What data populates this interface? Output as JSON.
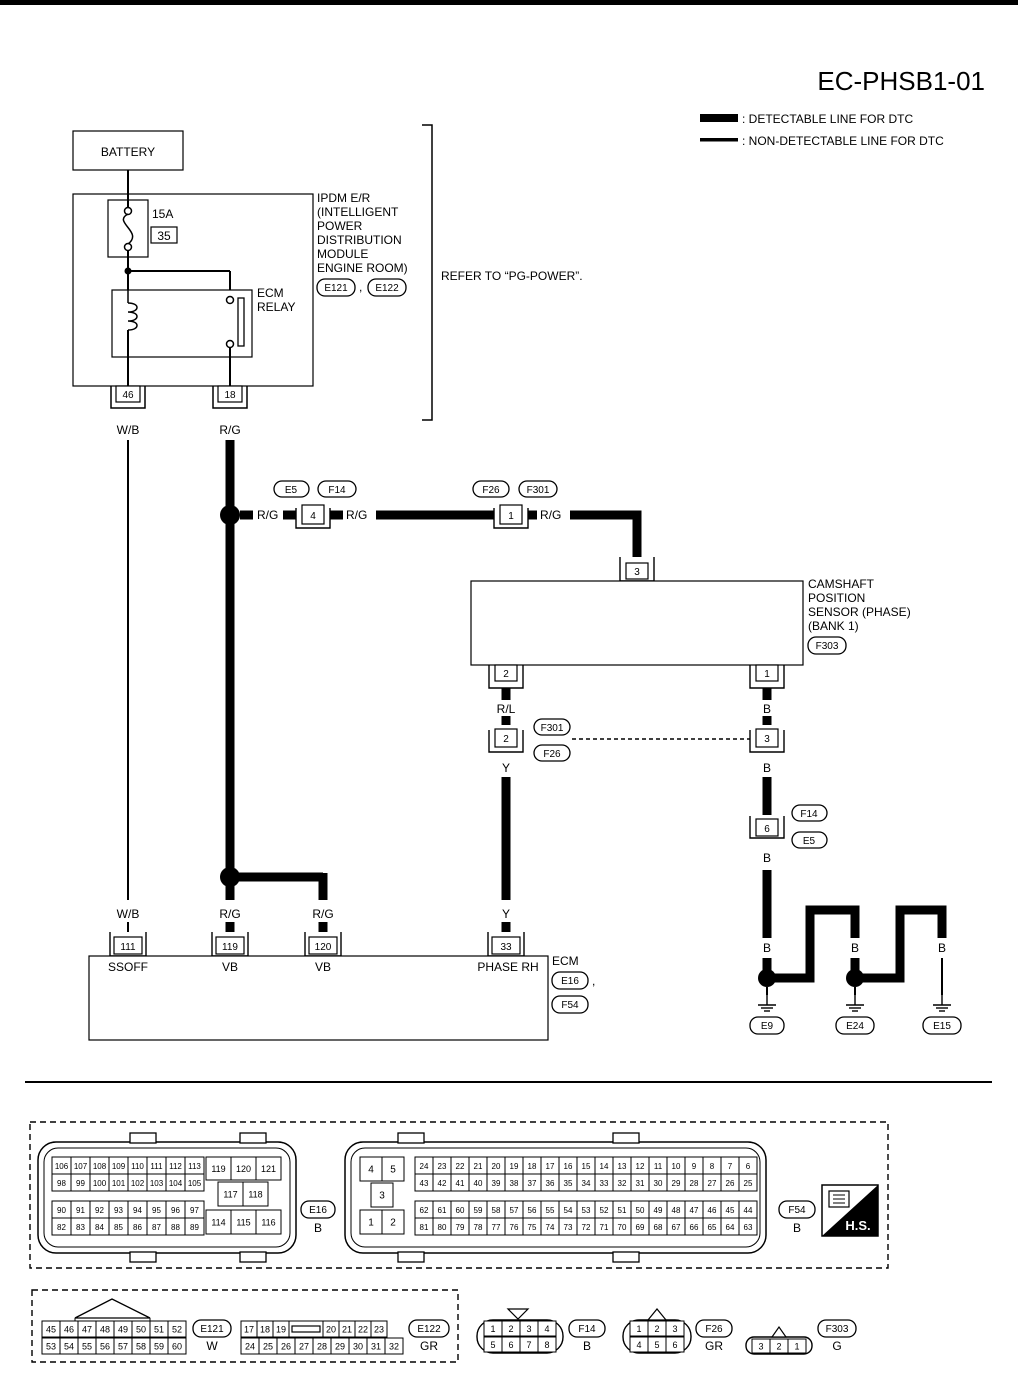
{
  "title": "EC-PHSB1-01",
  "legend": {
    "detectable": ": DETECTABLE LINE FOR DTC",
    "non_detectable": ": NON-DETECTABLE LINE FOR DTC"
  },
  "battery": "BATTERY",
  "ipdm": {
    "fuse_rating": "15A",
    "fuse_no": "35",
    "lines": [
      "IPDM E/R",
      "(INTELLIGENT",
      "POWER",
      "DISTRIBUTION",
      "MODULE",
      "ENGINE ROOM)"
    ],
    "connectors": [
      "E121",
      "E122"
    ],
    "relay": [
      "ECM",
      "RELAY"
    ],
    "refer": "REFER TO “PG-POWER”.",
    "pin_a": "46",
    "pin_b": "18"
  },
  "wires": {
    "wb": "W/B",
    "rg": "R/G",
    "rl": "R/L",
    "y": "Y",
    "b": "B"
  },
  "joint1": {
    "left": "E5",
    "right": "F14",
    "pin": "4"
  },
  "joint2": {
    "left": "F26",
    "right": "F301",
    "pin": "1"
  },
  "sensor": {
    "lines": [
      "CAMSHAFT",
      "POSITION",
      "SENSOR (PHASE)",
      "(BANK 1)"
    ],
    "connector": "F303",
    "pin_top": "3",
    "pin_left": "2",
    "pin_right": "1"
  },
  "joint3": {
    "top": "F301",
    "bottom": "F26",
    "pin_left": "2",
    "pin_right": "3"
  },
  "joint4": {
    "top": "F14",
    "bottom": "E5",
    "pin": "6"
  },
  "ecm": {
    "name": "ECM",
    "connectors": [
      "E16",
      "F54"
    ],
    "comma": ",",
    "pins": [
      {
        "no": "111",
        "label": "SSOFF",
        "wire": "W/B"
      },
      {
        "no": "119",
        "label": "VB",
        "wire": "R/G"
      },
      {
        "no": "120",
        "label": "VB",
        "wire": "R/G"
      },
      {
        "no": "33",
        "label": "PHASE RH",
        "wire": "Y"
      }
    ]
  },
  "grounds": [
    "E9",
    "E24",
    "E15"
  ],
  "connectors_view": {
    "e16": {
      "code": "E16",
      "color": "B",
      "rows": [
        [
          "106",
          "107",
          "108",
          "109",
          "110",
          "111",
          "112",
          "113"
        ],
        [
          "98",
          "99",
          "100",
          "101",
          "102",
          "103",
          "104",
          "105"
        ],
        [
          "90",
          "91",
          "92",
          "93",
          "94",
          "95",
          "96",
          "97"
        ],
        [
          "82",
          "83",
          "84",
          "85",
          "86",
          "87",
          "88",
          "89"
        ]
      ],
      "side": [
        [
          "119",
          "120",
          "121"
        ],
        [
          "117",
          "118"
        ],
        [
          "114",
          "115",
          "116"
        ]
      ]
    },
    "f54": {
      "code": "F54",
      "color": "B",
      "left": [
        [
          "4",
          "5"
        ],
        [
          "3"
        ],
        [
          "1",
          "2"
        ]
      ],
      "rows": [
        [
          "24",
          "23",
          "22",
          "21",
          "20",
          "19",
          "18",
          "17",
          "16",
          "15",
          "14",
          "13",
          "12",
          "11",
          "10",
          "9",
          "8",
          "7",
          "6"
        ],
        [
          "43",
          "42",
          "41",
          "40",
          "39",
          "38",
          "37",
          "36",
          "35",
          "34",
          "33",
          "32",
          "31",
          "30",
          "29",
          "28",
          "27",
          "26",
          "25"
        ],
        [
          "62",
          "61",
          "60",
          "59",
          "58",
          "57",
          "56",
          "55",
          "54",
          "53",
          "52",
          "51",
          "50",
          "49",
          "48",
          "47",
          "46",
          "45",
          "44"
        ],
        [
          "81",
          "80",
          "79",
          "78",
          "77",
          "76",
          "75",
          "74",
          "73",
          "72",
          "71",
          "70",
          "69",
          "68",
          "67",
          "66",
          "65",
          "64",
          "63"
        ]
      ]
    },
    "hs": "H.S.",
    "e121": {
      "code": "E121",
      "color": "W",
      "rows": [
        [
          "45",
          "46",
          "47",
          "48",
          "49",
          "50",
          "51",
          "52"
        ],
        [
          "53",
          "54",
          "55",
          "56",
          "57",
          "58",
          "59",
          "60"
        ]
      ]
    },
    "e122": {
      "code": "E122",
      "color": "GR",
      "rows": [
        [
          "17",
          "18",
          "19",
          "",
          "20",
          "21",
          "22",
          "23"
        ],
        [
          "24",
          "25",
          "26",
          "27",
          "28",
          "29",
          "30",
          "31",
          "32"
        ]
      ]
    },
    "f14": {
      "code": "F14",
      "color": "B",
      "rows": [
        [
          "1",
          "2",
          "3",
          "4"
        ],
        [
          "5",
          "6",
          "7",
          "8"
        ]
      ]
    },
    "f26": {
      "code": "F26",
      "color": "GR",
      "rows": [
        [
          "1",
          "2",
          "3"
        ],
        [
          "4",
          "5",
          "6"
        ]
      ]
    },
    "f303": {
      "code": "F303",
      "color": "G",
      "pins": [
        "3",
        "2",
        "1"
      ]
    }
  }
}
